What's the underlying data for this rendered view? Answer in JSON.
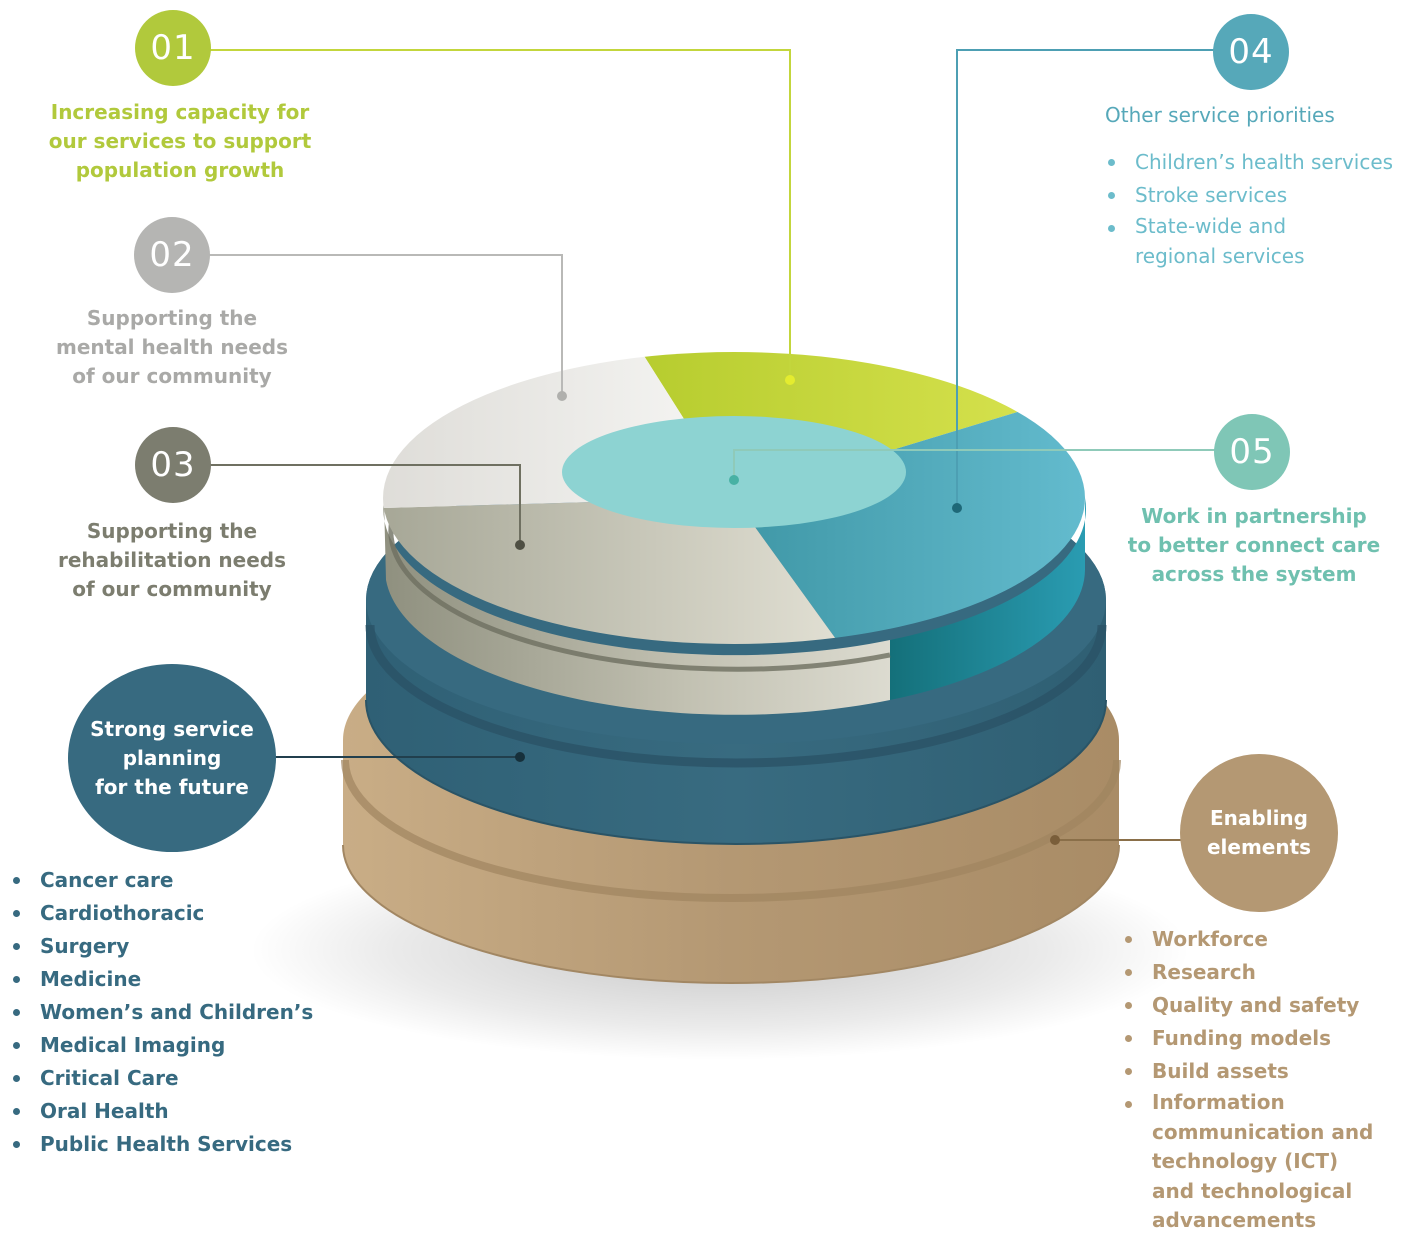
{
  "colors": {
    "lime": "#b1c93c",
    "grey_light": "#b5b5b3",
    "grey_dark": "#7c7d6f",
    "teal": "#56a8b9",
    "mint": "#7fc6b6",
    "navy": "#376a80",
    "tan": "#b49873"
  },
  "items": [
    {
      "number": "01",
      "caption": [
        "Increasing capacity for",
        "our services to support",
        "population growth"
      ]
    },
    {
      "number": "02",
      "caption": [
        "Supporting the",
        "mental health needs",
        "of our community"
      ]
    },
    {
      "number": "03",
      "caption": [
        "Supporting the",
        "rehabilitation needs",
        "of our community"
      ]
    },
    {
      "number": "04",
      "caption": [
        "Other service priorities"
      ],
      "list": [
        "Children’s health services",
        "Stroke services",
        "State-wide and|regional services"
      ]
    },
    {
      "number": "05",
      "caption": [
        "Work in partnership",
        "to better connect care",
        "across the system"
      ]
    }
  ],
  "service_planning": {
    "label": [
      "Strong service",
      "planning",
      "for the future"
    ],
    "list": [
      "Cancer care",
      "Cardiothoracic",
      "Surgery",
      "Medicine",
      "Women’s and Children’s",
      "Medical Imaging",
      "Critical Care",
      "Oral Health",
      "Public Health Services"
    ]
  },
  "enabling": {
    "label": [
      "Enabling",
      "elements"
    ],
    "list": [
      "Workforce",
      "Research",
      "Quality and safety",
      "Funding models",
      "Build assets",
      "Information|communication and|technology (ICT)|and technological|advancements"
    ]
  }
}
